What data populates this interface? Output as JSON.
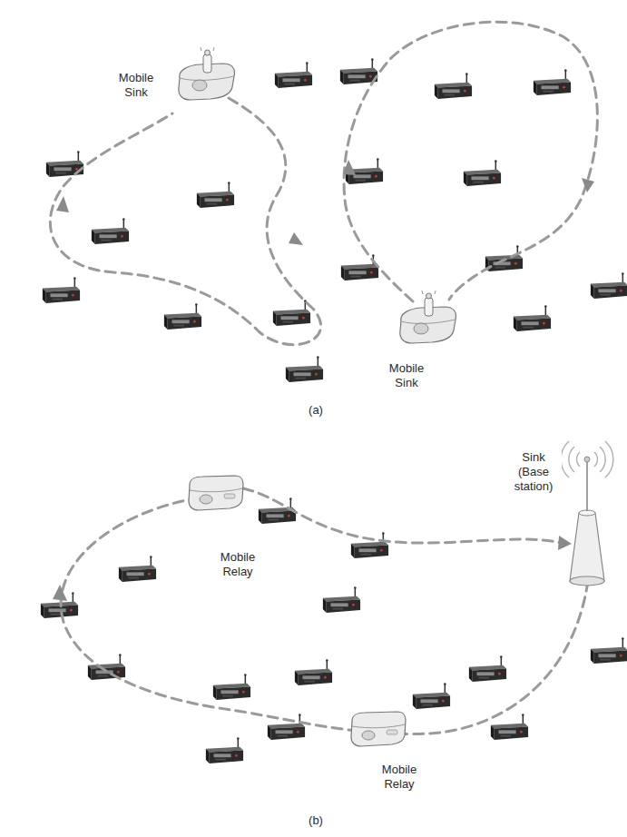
{
  "diagram": {
    "labels": [
      "Mobile Sink",
      "Mobile Sink",
      "(a)",
      "Mobile Relay",
      "Sink (Base station)",
      "Mobile Relay",
      "(b)"
    ]
  }
}
